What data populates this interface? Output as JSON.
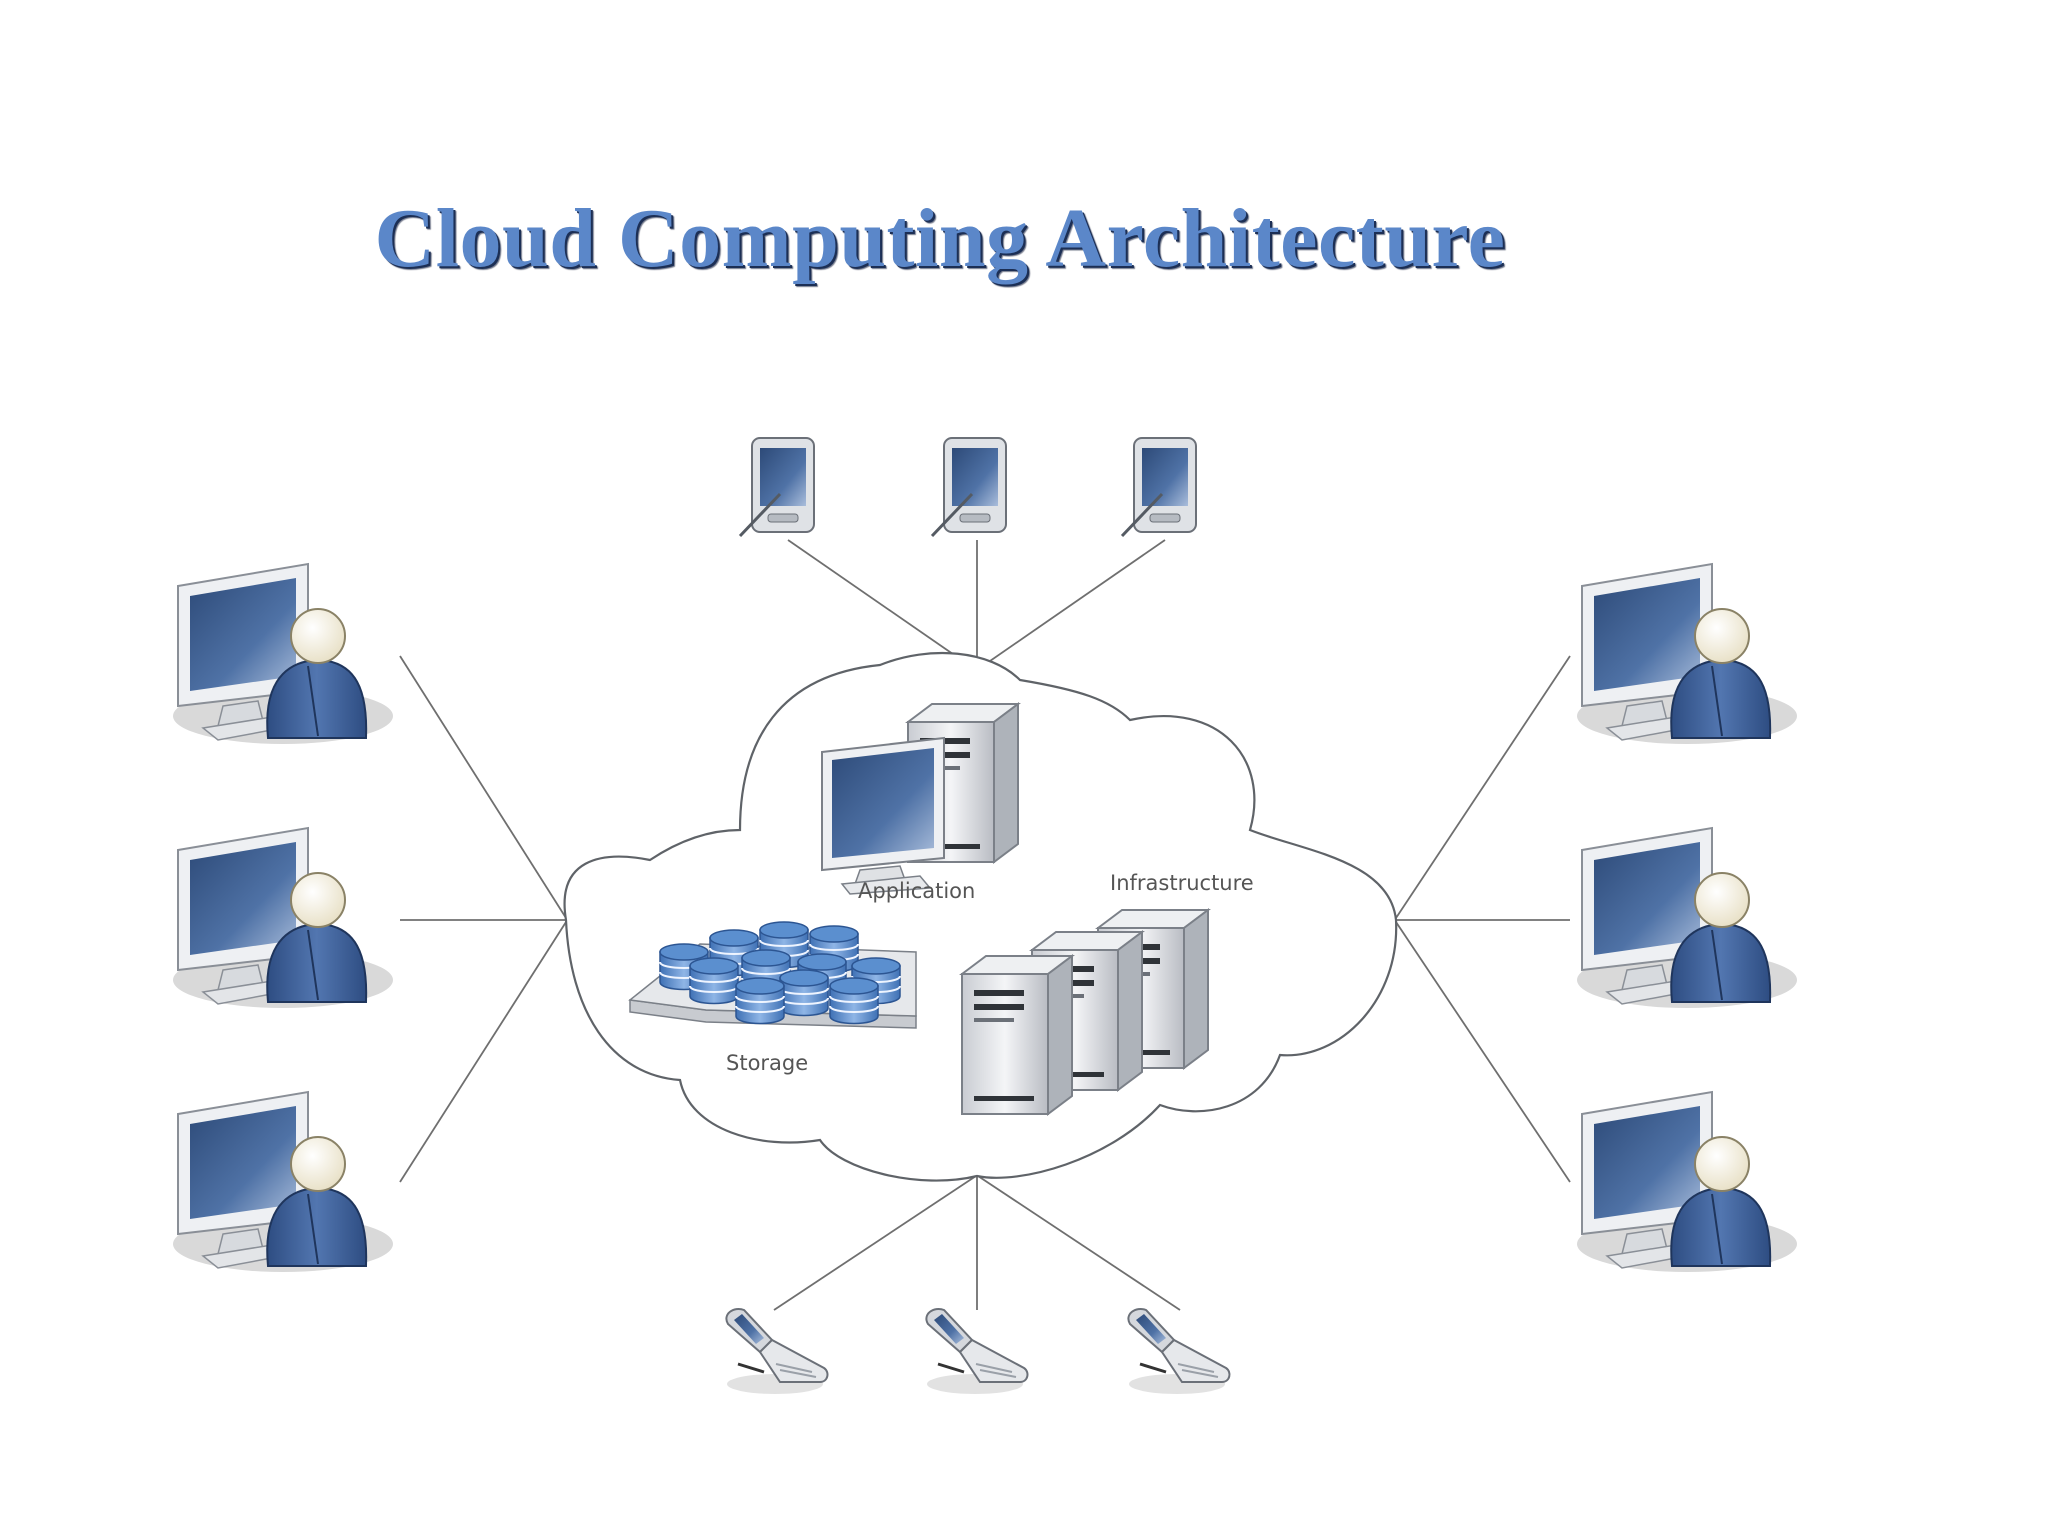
{
  "title": "Cloud Computing Architecture",
  "cloud": {
    "labels": {
      "application": "Application",
      "infrastructure": "Infrastructure",
      "storage": "Storage"
    }
  },
  "clients": {
    "left_workstations": 3,
    "right_workstations": 3,
    "top_pdas": 3,
    "bottom_phones": 3
  },
  "colors": {
    "title": "#5b87c9",
    "title_shadow": "#1c2f55",
    "user_body": "#3d5f97",
    "screen": "#3f5f8f",
    "storage_disk": "#5b8fcf",
    "line": "#6f6f6f"
  }
}
